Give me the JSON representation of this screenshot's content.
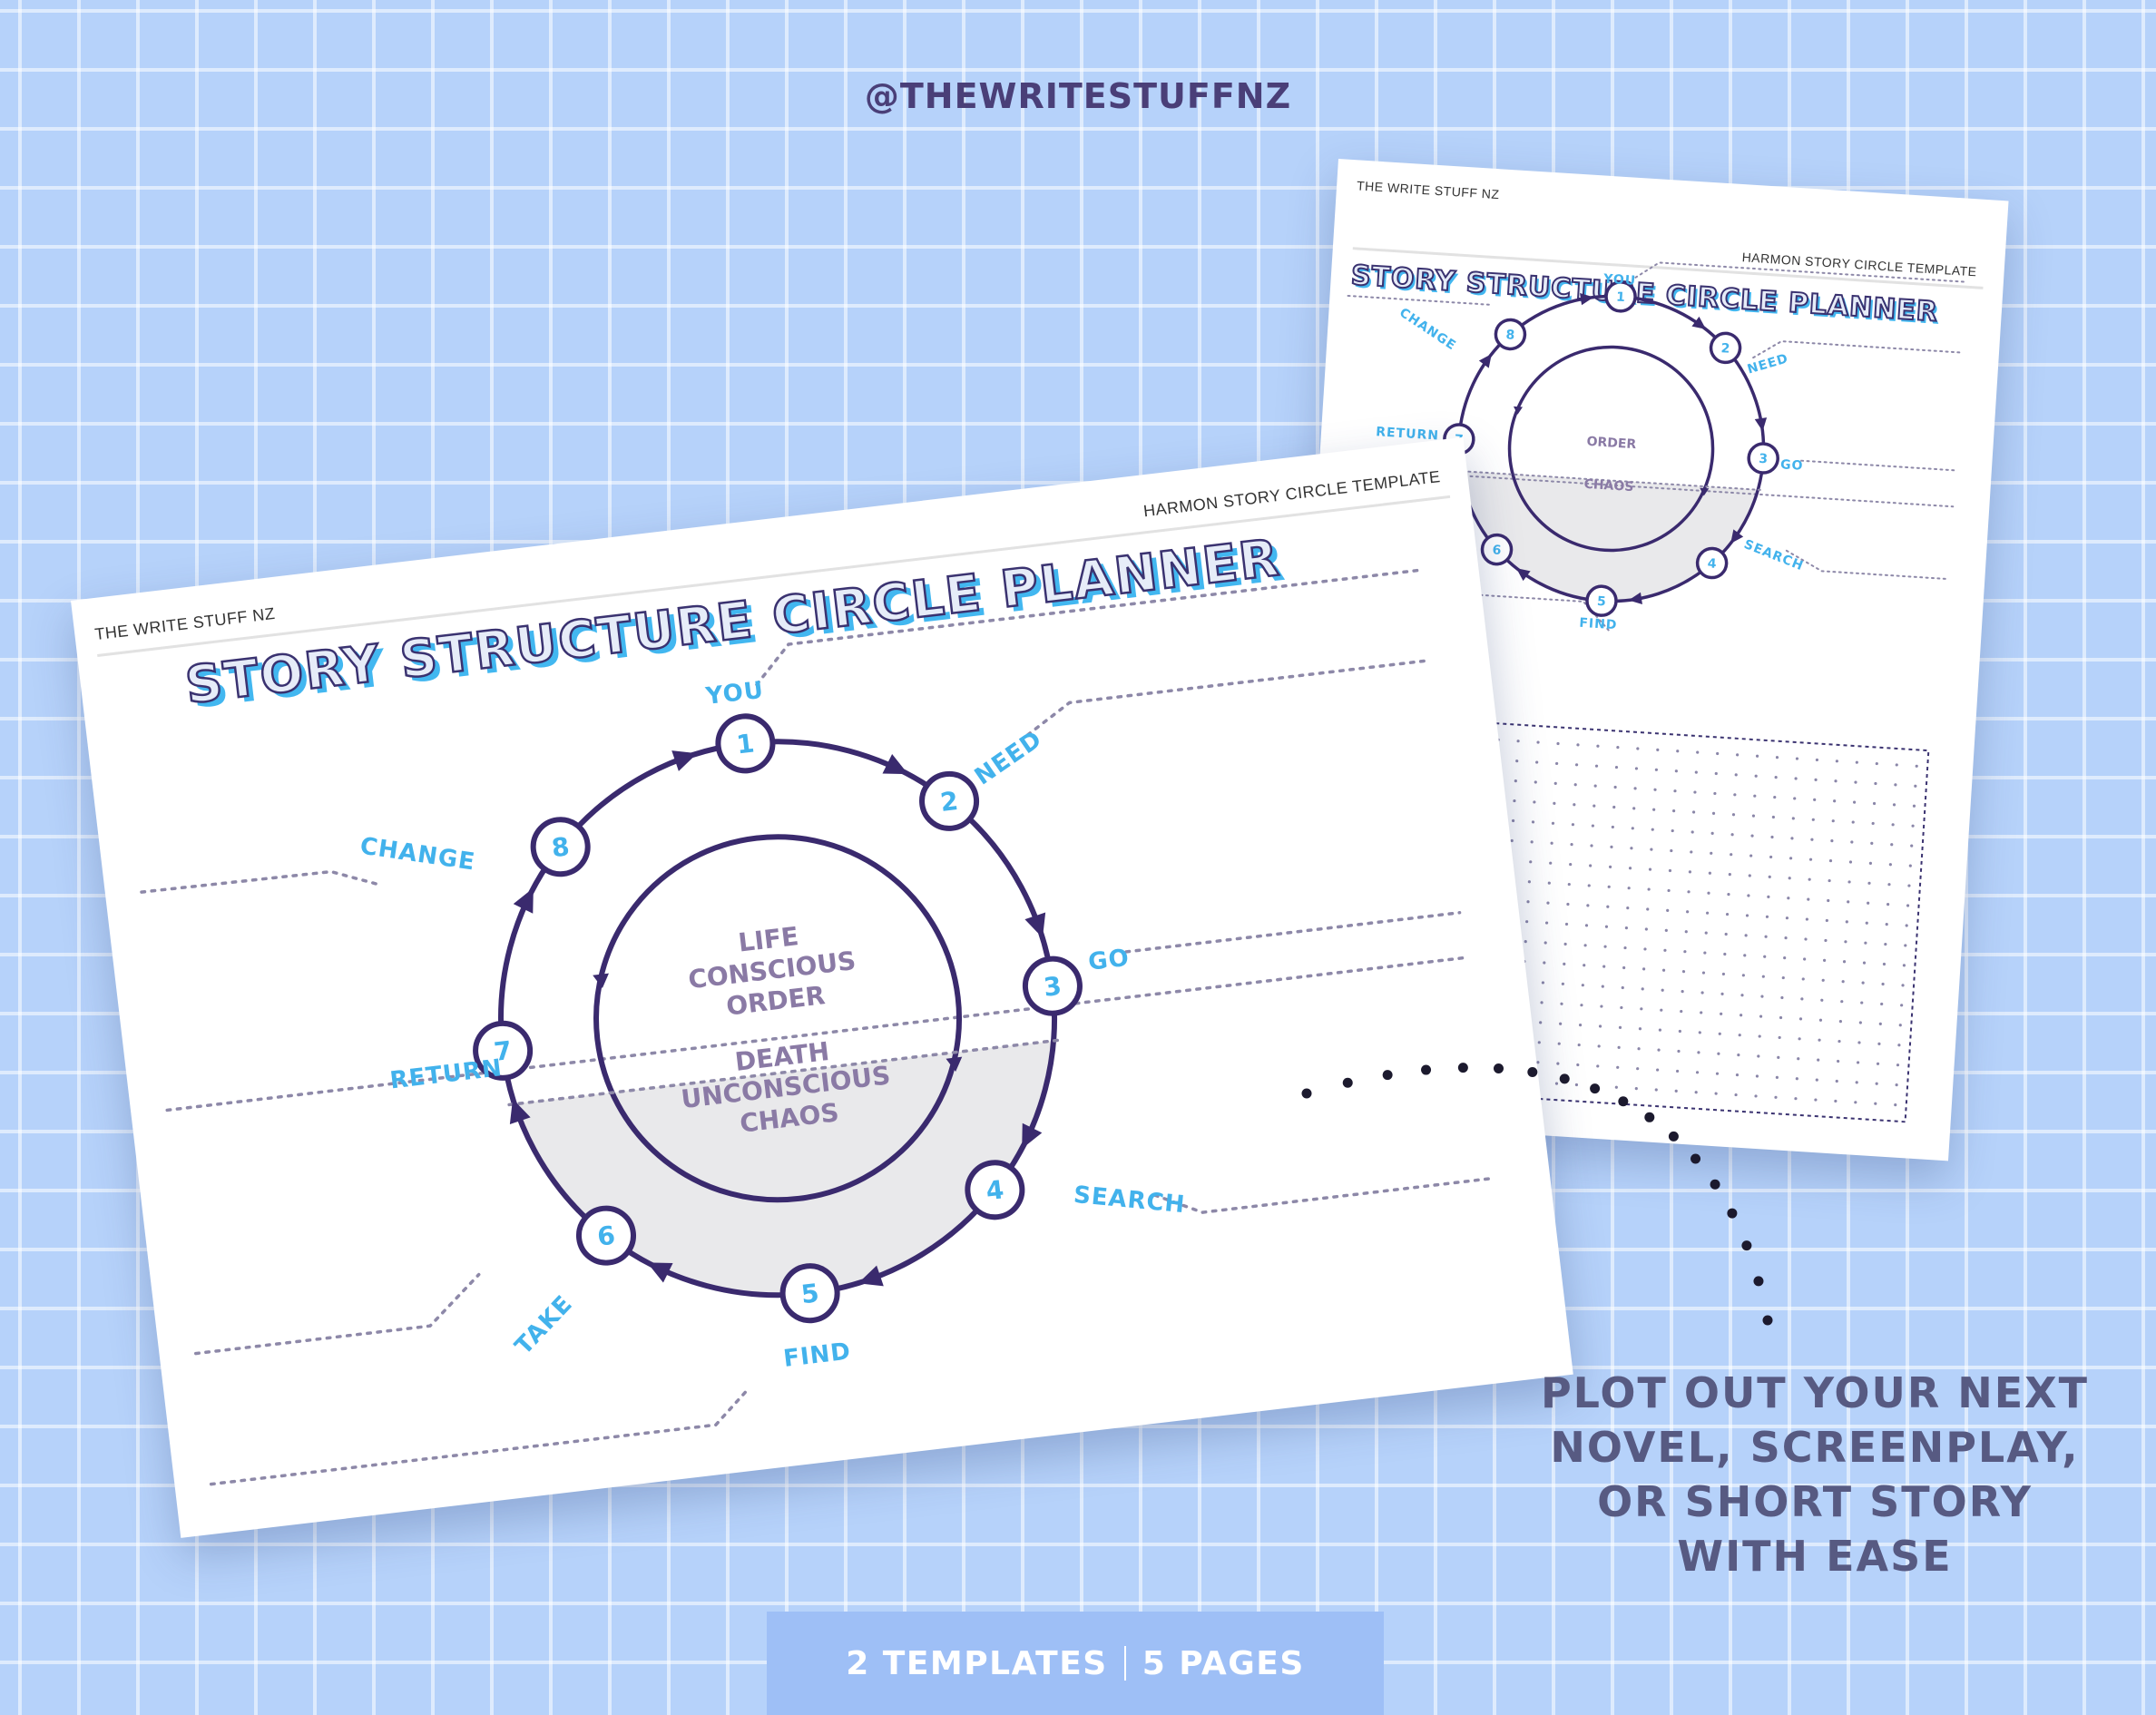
{
  "handle": "@THEWRITESTUFFNZ",
  "sheet_brand": "THE WRITE STUFF NZ",
  "sheet_template_name": "HARMON STORY CIRCLE TEMPLATE",
  "sheet_title": "STORY STRUCTURE CIRCLE PLANNER",
  "inner_upper": [
    "LIFE",
    "CONSCIOUS",
    "ORDER"
  ],
  "inner_lower": [
    "DEATH",
    "UNCONSCIOUS",
    "CHAOS"
  ],
  "inner_upper_small": "ORDER",
  "inner_lower_small": "CHAOS",
  "steps": [
    {
      "number": "1",
      "label": "YOU"
    },
    {
      "number": "2",
      "label": "NEED"
    },
    {
      "number": "3",
      "label": "GO"
    },
    {
      "number": "4",
      "label": "SEARCH"
    },
    {
      "number": "5",
      "label": "FIND"
    },
    {
      "number": "6",
      "label": "TAKE"
    },
    {
      "number": "7",
      "label": "RETURN"
    },
    {
      "number": "8",
      "label": "CHANGE"
    }
  ],
  "footer_badge": {
    "left": "2 TEMPLATES",
    "right": "5 PAGES"
  },
  "tagline": [
    "PLOT OUT YOUR NEXT",
    "NOVEL, SCREENPLAY,",
    "OR SHORT STORY",
    "WITH EASE"
  ],
  "colors": {
    "background": "#b6d2fa",
    "circle": "#3a2a6e",
    "label": "#42b2ec",
    "inner_text": "#8a7aa5",
    "badge": "#9ebff6",
    "tagline": "#575a82"
  }
}
